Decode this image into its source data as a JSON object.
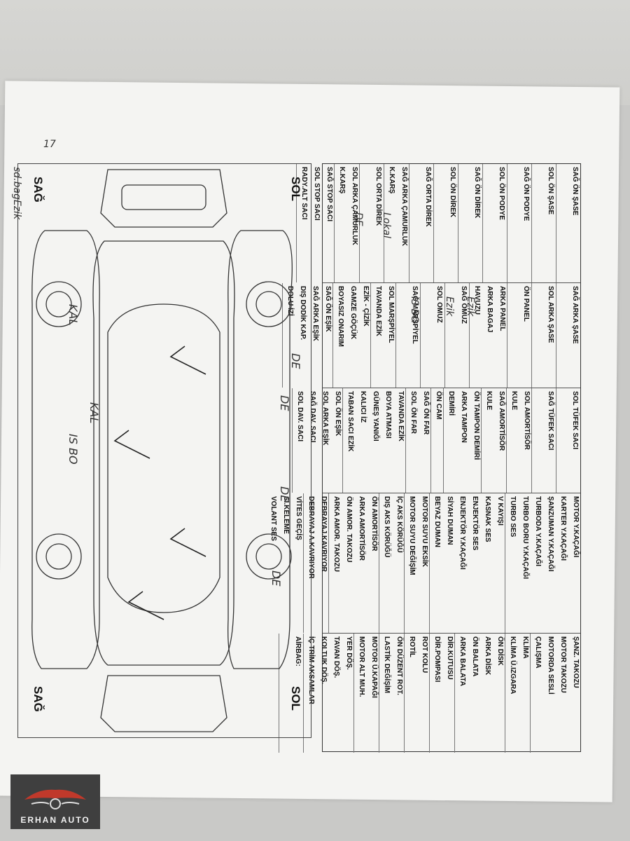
{
  "columns": [
    [
      "SAĞ ÖN ŞASE",
      "SOL ÖN ŞASE",
      "SAĞ ÖN PODYE",
      "SOL ÖN PODYE",
      "SAĞ ÖN DİREK",
      "SOL ÖN DİREK",
      "SAĞ ORTA DİREK",
      "SAĞ ARKA ÇAMURLUK",
      "K.KARŞ",
      "SOL ORTA DİREK",
      "SOL ARKA ÇAMURLUK",
      "K.KARŞ",
      "SAĞ STOP SACI",
      "SOL STOP SACI",
      "RADY.ALT SACI"
    ],
    [
      "SAĞ ARKA ŞASE",
      "SOL ARKA ŞASE",
      "ÖN PANEL",
      "ARKA PANEL",
      "ARKA BAGAJ",
      "HAVUZU",
      "SAĞ OMUZ",
      "SOL OMUZ",
      "SAĞ MARŞPİYEL",
      "SOL MARŞPİYEL",
      "TAVANDA EZİK",
      "EZİK - ÇİZİK",
      "GAMZE GÖÇÜK",
      "BOYASIZ ONARIM",
      "SAĞ ÖN EŞİK",
      "SAĞ ARKA EŞİK",
      "DIŞ DODİK KAP.",
      "DOLU İZİ"
    ],
    [
      "SOL TÜFEK SACI",
      "SAĞ TÜFEK SACI",
      "SOL AMORTİSÖR",
      "KULE",
      "SAĞ AMORTİSÖR",
      "KULE",
      "ÖN TAMPON DEMİRİ",
      "ARKA TAMPON",
      "DEMİRİ",
      "ÖN CAM",
      "SAĞ ÖN FAR",
      "SOL ÖN FAR",
      "TAVANDA EZİK",
      "BOYA ATMASI",
      "GÜNEŞ YANIĞI",
      "KALICI İZ",
      "TABAN SACI EZİK",
      "SOL ÖN EŞİK",
      "SOL ARKA EŞİK",
      "SAĞ DAV. SACI",
      "SOL DAV. SACI"
    ],
    [
      "MOTOR Y.KAÇAĞI",
      "KARTER Y.KAÇAĞI",
      "ŞANZUMAN Y.KAÇAĞI",
      "TURBODA Y.KAÇAĞI",
      "TURBO BORU Y.KAÇAĞI",
      "TURBO SES",
      "V KAYIŞI",
      "KASNAK SES",
      "ENJEKTÖR SES",
      "ENJEKTÖR Y.KAÇAĞI",
      "SİYAH DUMAN",
      "BEYAZ DUMAN",
      "MOTOR SUYU EKSİK",
      "MOTOR SUYU DEĞİŞİM",
      "İÇ AKS KÖRÜĞÜ",
      "DIŞ AKS KÖRÜĞÜ",
      "ÖN AMORTİSÖR",
      "ARKA AMORTİSÖR",
      "ÖN AMOR. TAKOZU",
      "ARKA AMOR. TAKOZU",
      "DEBRAYAJ.KAVRIYOR",
      "DEBRAYAJ A.KAVRIYOR",
      "VİTES GEÇİŞ",
      "Sİ.KELEME",
      "VOLANT SES"
    ],
    [
      "ŞANZ. TAKOZU",
      "MOTOR TAKOZU",
      "MOTORDA SESLİ",
      "ÇALIŞMA",
      "KLİMA",
      "KLİMA Ü.IZGARA",
      "ÖN DİSK",
      "ARKA DİSK",
      "ÖN BALATA",
      "ARKA BALATA",
      "DİR.KUTUSU",
      "DİR.POMPASI",
      "ROT KOLU",
      "ROTİL",
      "ÖN DÜZENT ROT.",
      "LASTİK DEĞİŞİM",
      "MOTOR Ü.KAPAĞI",
      "MOTOR ALT MUH.",
      "YER DÖŞ.",
      "TAVAN DÖŞ.",
      "KOLTUK DÖŞ.",
      "İÇ TRİM AKSAMLAR",
      "AİRBAG:"
    ]
  ],
  "diagram": {
    "top_left": "SOL",
    "top_right": "SAĞ",
    "bottom_left": "SOL",
    "bottom_right": "SAĞ"
  },
  "handwriting": {
    "n1": "DE",
    "n2": "DE",
    "n3": "DE",
    "n4": "DE",
    "n5": "KAL",
    "n6": "KAL",
    "n7": "IS BO",
    "n8": "Ezik",
    "n9": "Ezik",
    "n10": "IS BO",
    "n11": "Lokal",
    "n12": "DE",
    "n13": "sd.bagEzik",
    "n14": "17"
  },
  "logo": {
    "name": "ERHAN AUTO"
  }
}
